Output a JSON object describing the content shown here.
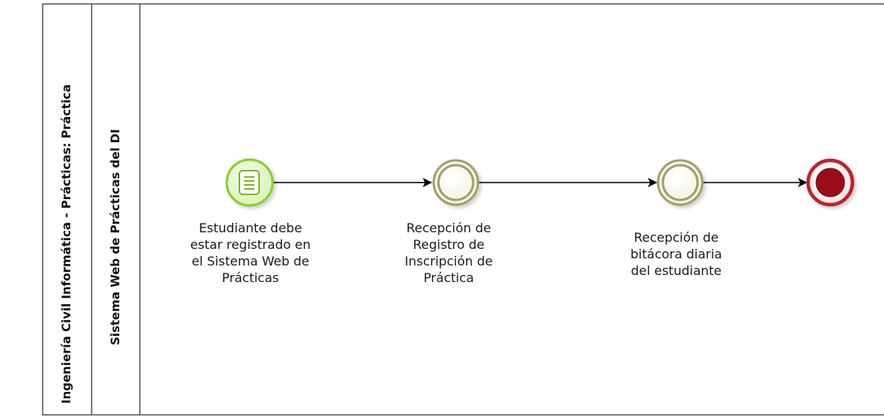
{
  "pool": {
    "title": "Ingeniería Civil Informática - Prácticas:  Práctica"
  },
  "lane": {
    "title": "Sistema Web de Prácticas del DI"
  },
  "events": {
    "start": {
      "label_lines": [
        "Estudiante debe",
        "estar registrado en",
        "el Sistema Web de",
        "Prácticas"
      ],
      "type": "start-message",
      "color": "#8ccd2f"
    },
    "intermediate1": {
      "label_lines": [
        "Recepción  de",
        "Registro de",
        "Inscripción de",
        "Práctica"
      ],
      "type": "intermediate",
      "color": "#a3a06a"
    },
    "intermediate2": {
      "label_lines": [
        "Recepción de",
        "bitácora diaria",
        "del estudiante"
      ],
      "type": "intermediate",
      "color": "#a3a06a"
    },
    "end": {
      "type": "end",
      "color": "#c0202a"
    }
  }
}
